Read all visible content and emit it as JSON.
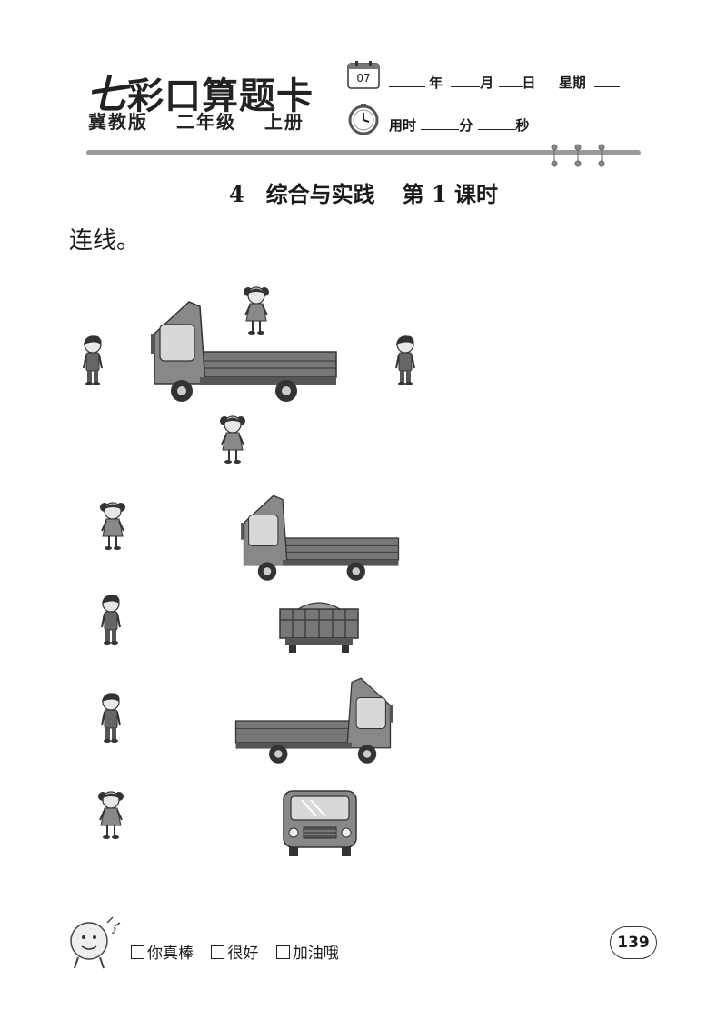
{
  "header": {
    "brand": "七彩口算题卡",
    "brand_first": "七",
    "brand_rest": "彩口算题卡",
    "edition": "冀教版",
    "grade": "二年级",
    "volume": "上册",
    "calendar_day": "07",
    "date_fields": {
      "year": "年",
      "month": "月",
      "day": "日",
      "weekday": "星期"
    },
    "time_fields": {
      "label": "用时",
      "minutes": "分",
      "seconds": "秒"
    }
  },
  "lesson": {
    "number": "4",
    "unit": "综合与实践",
    "period": "第 1 课时"
  },
  "exercise": {
    "instruction": "连线。"
  },
  "footer": {
    "ratings": [
      "你真棒",
      "很好",
      "加油哦"
    ],
    "page_number": "139"
  }
}
